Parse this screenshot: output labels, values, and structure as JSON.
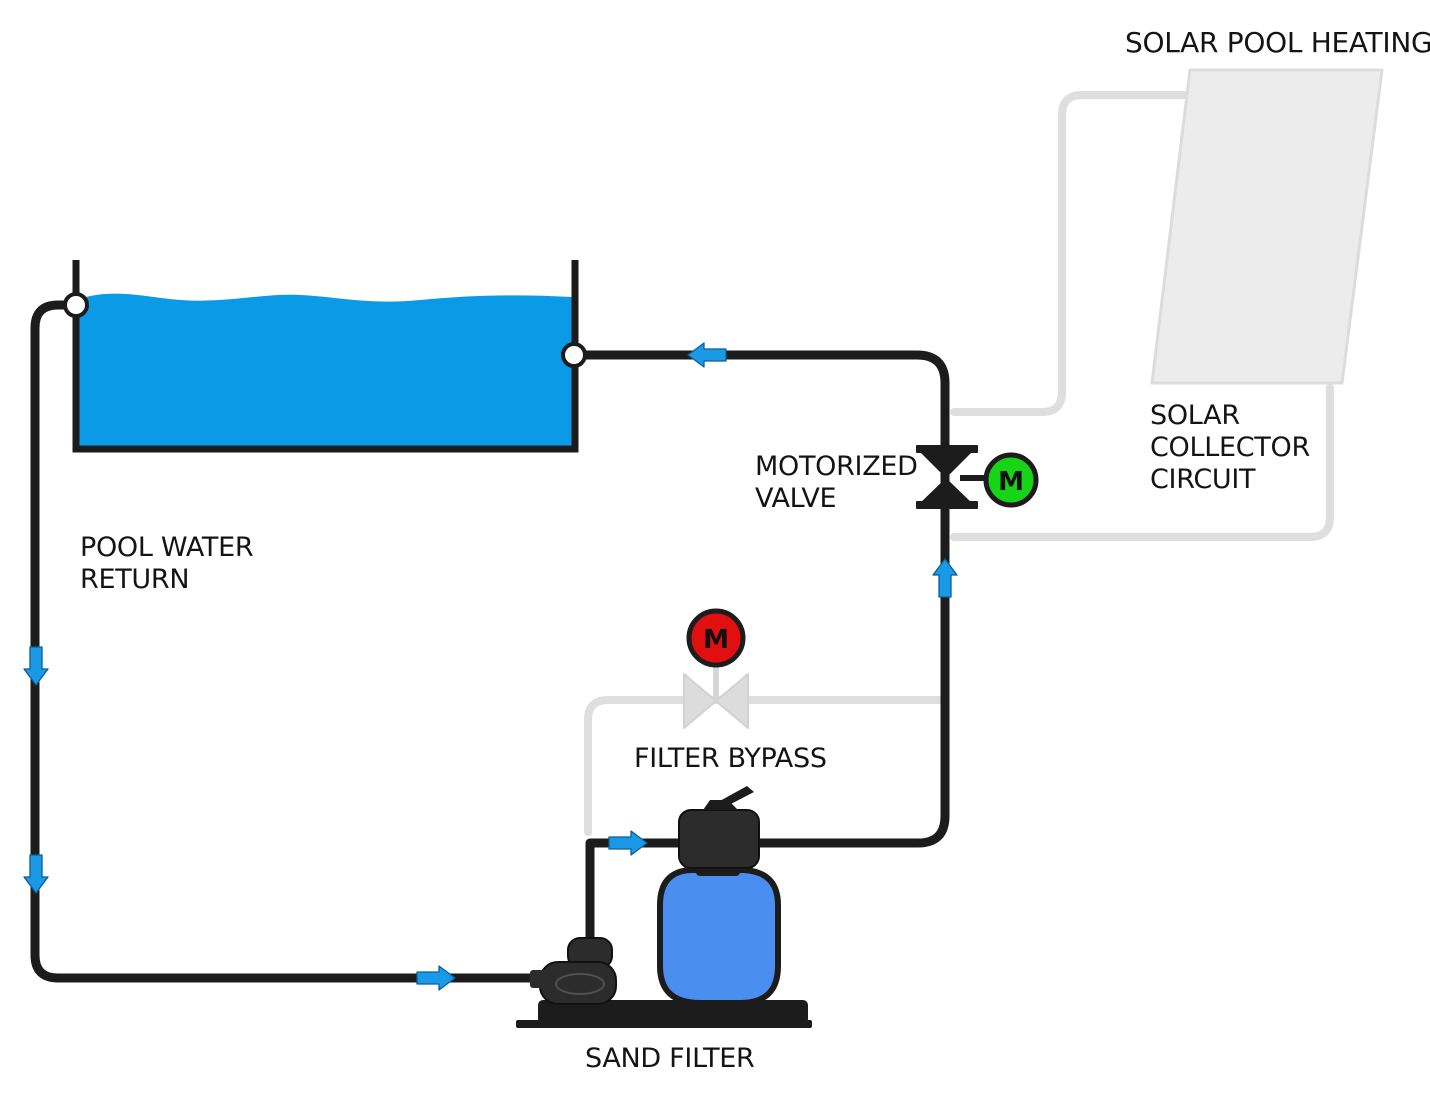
{
  "labels": {
    "solar_pool_heating": "SOLAR POOL HEATING",
    "solar_collector_circuit": [
      "SOLAR",
      "COLLECTOR",
      "CIRCUIT"
    ],
    "motorized_valve": [
      "MOTORIZED",
      "VALVE"
    ],
    "pool_water_return": [
      "POOL WATER",
      "RETURN"
    ],
    "filter_bypass": "FILTER BYPASS",
    "sand_filter": "SAND FILTER"
  },
  "actuators": {
    "main_valve_motor": "M",
    "bypass_valve_motor": "M"
  },
  "colors": {
    "pipe": "#1c1c1c",
    "inactive_pipe": "#dedede",
    "pool_water": "#0a9ae6",
    "flow_arrow": "#1a9ae6",
    "filter_tank": "#4a8ef0",
    "solar_panel": "#ececec",
    "motor_active": "#16d416",
    "motor_inactive": "#e01010"
  }
}
